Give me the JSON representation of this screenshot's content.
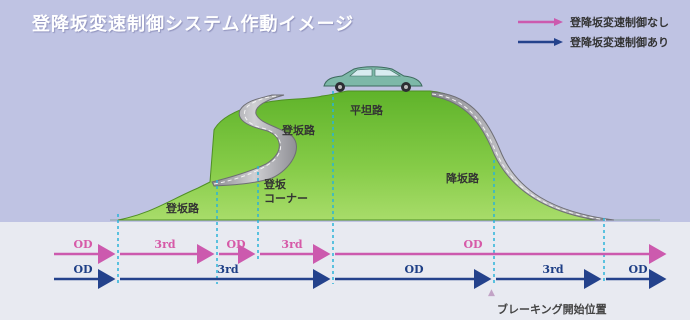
{
  "title": "登降坂変速制御システム作動イメージ",
  "legend": [
    {
      "label": "登降坂変速制御なし",
      "color": "#cc5aae"
    },
    {
      "label": "登降坂変速制御あり",
      "color": "#24428c"
    }
  ],
  "terrain_labels": {
    "uphill_left": "登坂路",
    "uphill_mid": "登坂路",
    "flat": "平坦路",
    "uphill_corner": "登坂\nコーナー",
    "downhill": "降坂路"
  },
  "gear_rows": {
    "without_control": [
      "OD",
      "3rd",
      "OD",
      "3rd",
      "OD"
    ],
    "with_control": [
      "OD",
      "3rd",
      "OD",
      "3rd",
      "OD"
    ]
  },
  "braking_marker": "▲",
  "braking_label": "ブレーキング開始位置",
  "colors": {
    "background": "#bfc3e3",
    "hill_green": "#76c23c",
    "road_gray": "#a8a8ac",
    "without_arrow": "#cc5aae",
    "with_arrow": "#24428c",
    "boundary": "#2ab3d9",
    "car": "#7db8a8"
  }
}
